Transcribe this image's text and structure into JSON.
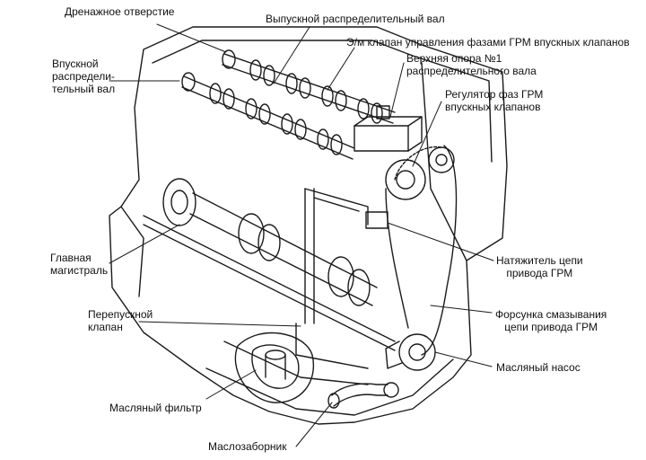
{
  "diagram": {
    "labels": {
      "drain_hole": [
        "Дренажное отверстие"
      ],
      "exhaust_camshaft": [
        "Выпускной распределительный вал"
      ],
      "solenoid_valve": [
        "Э/м клапан управления фазами ГРМ впускных клапанов"
      ],
      "intake_camshaft": [
        "Впускной",
        "распредели-",
        "тельный вал"
      ],
      "upper_support": [
        "Верхняя опора №1",
        "распределительного вала"
      ],
      "phase_regulator": [
        "Регулятор фаз ГРМ",
        "впускных клапанов"
      ],
      "main_gallery": [
        "Главная",
        "магистраль"
      ],
      "chain_tensioner": [
        "Натяжитель цепи",
        "привода ГРМ"
      ],
      "bypass_valve": [
        "Перепускной",
        "клапан"
      ],
      "chain_oil_nozzle": [
        "Форсунка смазывания",
        "цепи привода ГРМ"
      ],
      "oil_pump": [
        "Масляный насос"
      ],
      "oil_filter": [
        "Масляный фильтр"
      ],
      "oil_pickup": [
        "Маслозаборник"
      ]
    },
    "colors": {
      "line": "#1a1a1a",
      "text": "#111111",
      "background": "#ffffff"
    }
  }
}
